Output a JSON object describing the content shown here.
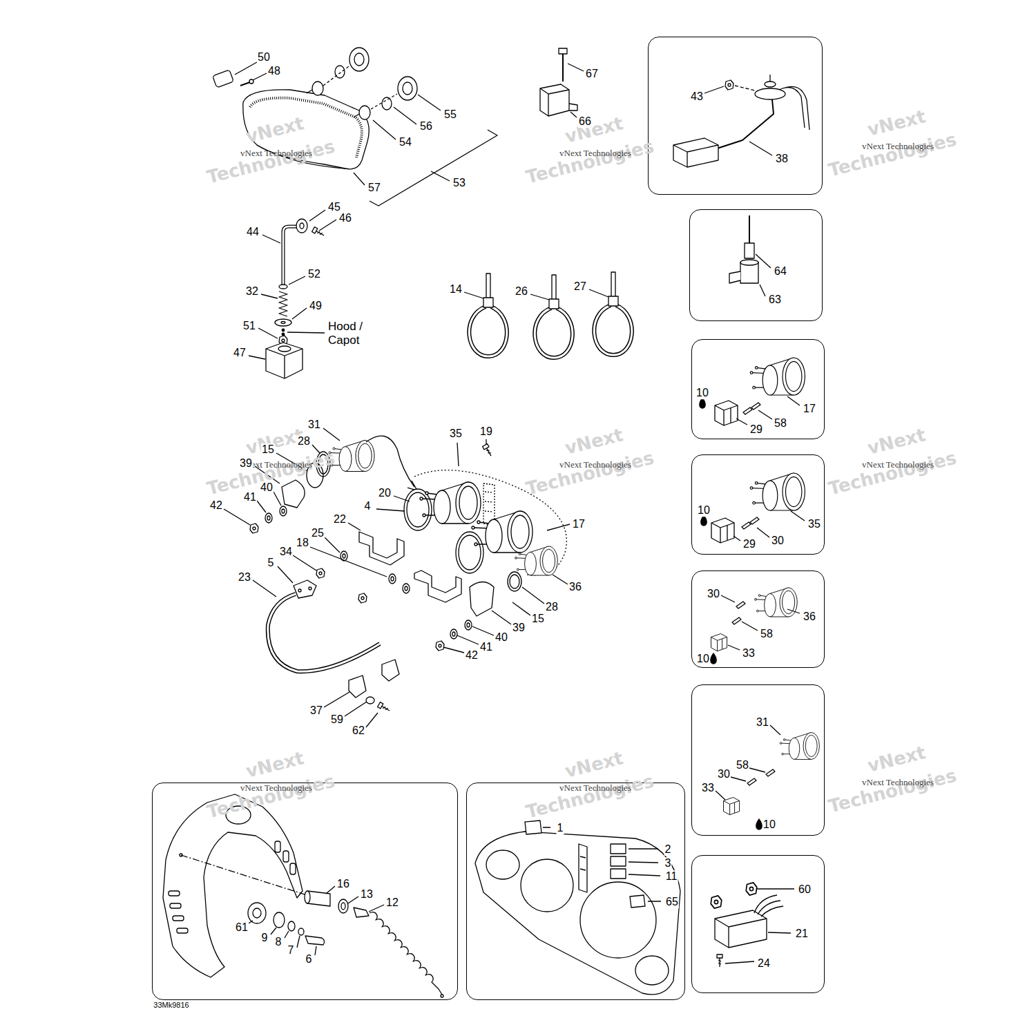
{
  "diagram": {
    "nodes": [
      {
        "text": [
          "43",
          "38"
        ]
      },
      {
        "text": [
          "64",
          "63"
        ]
      },
      {
        "text": [
          "10",
          "17",
          "58",
          "29"
        ]
      },
      {
        "text": [
          "10",
          "35",
          "30",
          "29"
        ]
      },
      {
        "text": [
          "30",
          "36",
          "58",
          "33",
          "10"
        ]
      },
      {
        "text": [
          "31",
          "58",
          "30",
          "33",
          "10"
        ]
      },
      {
        "text": [
          "16",
          "13",
          "12",
          "61",
          "9",
          "8",
          "7",
          "6"
        ]
      },
      {
        "text": [
          "1",
          "2",
          "3",
          "11",
          "65"
        ]
      },
      {
        "text": [
          "60",
          "21",
          "24"
        ]
      }
    ],
    "labels": [
      "vNext",
      "Technologies",
      "vNext Technologies",
      "vNext",
      "Technologies",
      "vNext Technologies",
      "vNext",
      "Technologies",
      "vNext Technologies",
      "vNext",
      "Technologies",
      "vNext Technologies",
      "vNext",
      "Technologies",
      "vNext Technologies",
      "vNext",
      "Technologies",
      "vNext Technologies",
      "vNext",
      "Technologies",
      "vNext Technologies",
      "vNext",
      "Technologies",
      "vNext Technologies",
      "vNext",
      "Technologies",
      "vNext Technologies",
      "50",
      "48",
      "67",
      "55",
      "66",
      "56",
      "54",
      "53",
      "57",
      "45",
      "46",
      "44",
      "52",
      "27",
      "14",
      "26",
      "32",
      "49",
      "51",
      "Hood / Capot",
      "47",
      "31",
      "19",
      "35",
      "28",
      "15",
      "39",
      "40",
      "20",
      "41",
      "42",
      "4",
      "22",
      "17",
      "25",
      "18",
      "34",
      "5",
      "23",
      "36",
      "28",
      "15",
      "39",
      "40",
      "41",
      "42",
      "37",
      "59",
      "62",
      "33Mk9816"
    ]
  }
}
